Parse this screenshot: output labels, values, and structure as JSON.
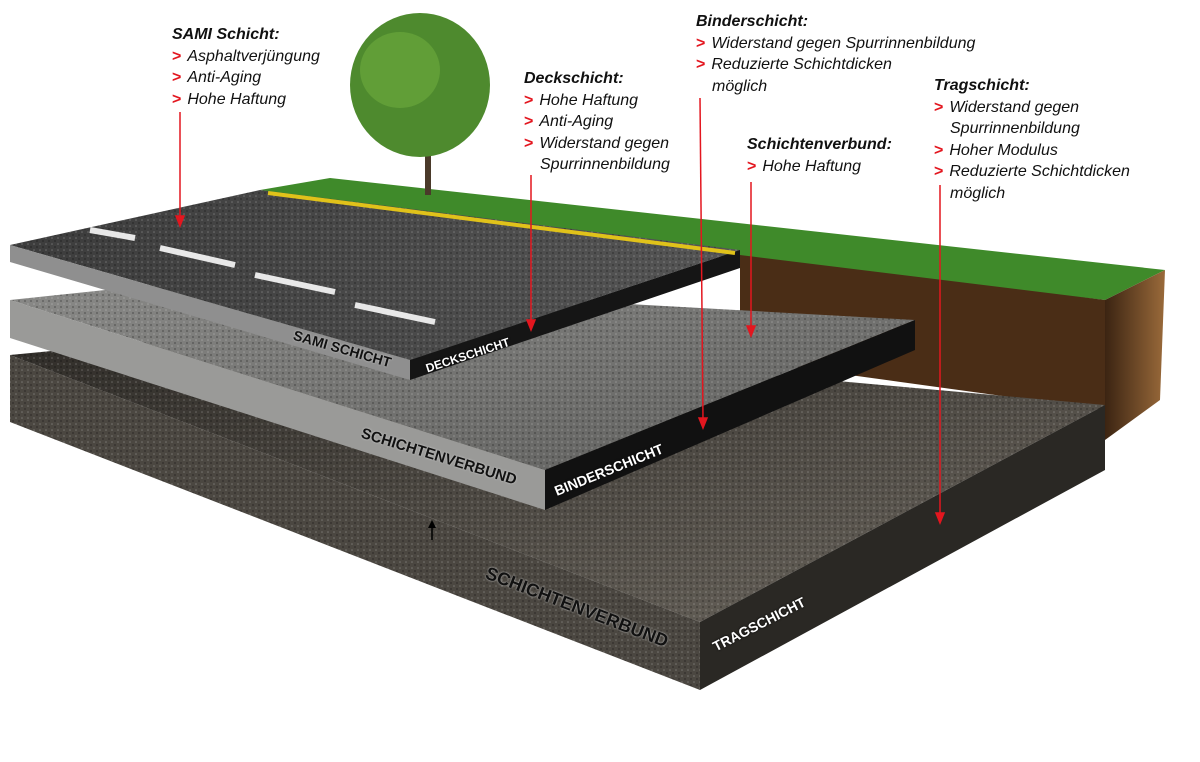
{
  "annotations": {
    "sami": {
      "title": "SAMI Schicht:",
      "items": [
        "Asphaltverjüngung",
        "Anti-Aging",
        "Hohe Haftung"
      ]
    },
    "deck": {
      "title": "Deckschicht:",
      "items": [
        "Hohe Haftung",
        "Anti-Aging",
        "Widerstand gegen"
      ],
      "cont": "Spurrinnenbildung"
    },
    "binder": {
      "title": "Binderschicht:",
      "items": [
        "Widerstand gegen Spurrinnenbildung",
        "Reduzierte Schichtdicken"
      ],
      "cont": "möglich"
    },
    "verbund": {
      "title": "Schichtenverbund:",
      "items": [
        "Hohe Haftung"
      ]
    },
    "trag": {
      "title": "Tragschicht:",
      "items": [
        "Widerstand gegen",
        "Hoher Modulus",
        "Reduzierte Schichtdicken"
      ],
      "cont1": "Spurrinnenbildung",
      "cont2": "möglich"
    },
    "bullet": ">"
  },
  "layer_labels": {
    "sami": "SAMI SCHICHT",
    "deck": "DECKSCHICHT",
    "verbund1": "SCHICHTENVERBUND",
    "binder": "BINDERSCHICHT",
    "verbund2": "SCHICHTENVERBUND",
    "trag": "TRAGSCHICHT"
  },
  "colors": {
    "arrow": "#e3161f",
    "grass": "#3f8a2a",
    "soil": "#6b4321"
  }
}
